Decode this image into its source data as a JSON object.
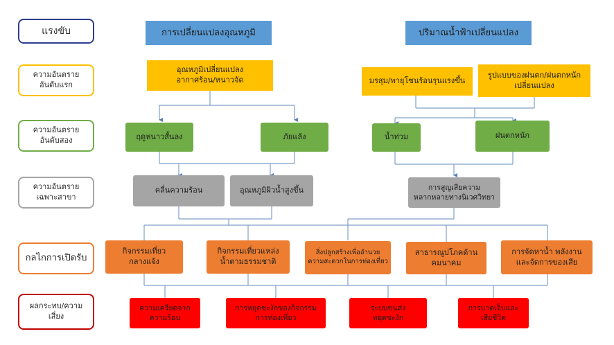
{
  "colors": {
    "blue": "#5b9bd5",
    "yellow": "#ffc000",
    "green": "#70ad47",
    "gray": "#a5a5a5",
    "orange": "#ed7d31",
    "red": "#ff0000",
    "connector": "#7f9fc8"
  },
  "row_labels": {
    "driver": "แรงขับ",
    "primary_hazard": "ความอันตราย\nอันดับแรก",
    "secondary_hazard": "ความอันตราย\nอันดับสอง",
    "specific_hazard": "ความอันตราย\nเฉพาะสาขา",
    "exposure": "กลไกการเปิดรับ",
    "impact": "ผลกระทบ/ความ\nเสี่ยง"
  },
  "drivers": {
    "climate_change": "การเปลี่ยนแปลงอุณหภูมิ",
    "rainfall_change": "ปริมาณน้ำฟ้าเปลี่ยนแปลง"
  },
  "primary": {
    "temp_change": "อุณหภูมิเปลี่ยนแปลง\nอากาศร้อน/หนาวจัด",
    "storms": "มรสุม/พายุโซนร้อนรุนแรงขึ้น",
    "rain_pattern": "รูปแบบของฝนตก/ฝนตกหนัก\nเปลี่ยนแปลง"
  },
  "secondary": {
    "short_winter": "ฤดูหนาวสั้นลง",
    "drought": "ภัยแล้ง",
    "flood": "น้ำท่วม",
    "heavy_rain": "ฝนตกหนัก"
  },
  "specific": {
    "heatwave": "คลื่นความร้อน",
    "sea_temp": "อุณหภูมิผิวน้ำสูงขึ้น",
    "biodiversity": "การสูญเสียความ\nหลากหลายทางนิเวศวิทยา"
  },
  "exposure": {
    "activity_drought": "กิจกรรมเที่ยว\nกลางแจ้ง",
    "natural_sites": "กิจกรรมเที่ยวแหล่ง\nน้ำตามธรรมชาติ",
    "facilities": "สิ่งปลูกสร้างเพื่ออำนวย\nความสะดวกในการท่องเที่ยว",
    "utilities": "สาธารณูปโภคด้าน\nคมนาคม",
    "water_energy": "การจัดหาน้ำ พลังงาน\nและจัดการของเสีย"
  },
  "impacts": {
    "heat_stress": "ความเครียดจาก\nความร้อน",
    "disruption": "การหยุดชะงักของกิจกรรม\nการท่องเที่ยว",
    "transport": "ระบบขนส่ง\nหยุดชะงัก",
    "injury": "การบาดเจ็บและ\nเสียชีวิต"
  }
}
